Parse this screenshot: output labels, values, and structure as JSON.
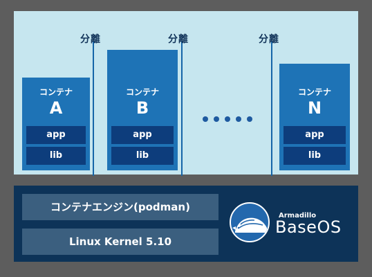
{
  "separator_label": "分離",
  "containers": [
    {
      "title": "コンテナ",
      "letter": "A",
      "app": "app",
      "lib": "lib"
    },
    {
      "title": "コンテナ",
      "letter": "B",
      "app": "app",
      "lib": "lib"
    },
    {
      "title": "コンテナ",
      "letter": "N",
      "app": "app",
      "lib": "lib"
    }
  ],
  "engine": {
    "label": "コンテナエンジン(podman)"
  },
  "kernel": {
    "label": "Linux Kernel 5.10"
  },
  "logo": {
    "small": "Armadillo",
    "big": "BaseOS"
  },
  "colors": {
    "background": "#5d5d5d",
    "top_area": "#c6e6ef",
    "container": "#1e73b6",
    "inner_box": "#0d3d7c",
    "bottom_area": "#0d3358",
    "layer_box": "#3b5f7f"
  }
}
